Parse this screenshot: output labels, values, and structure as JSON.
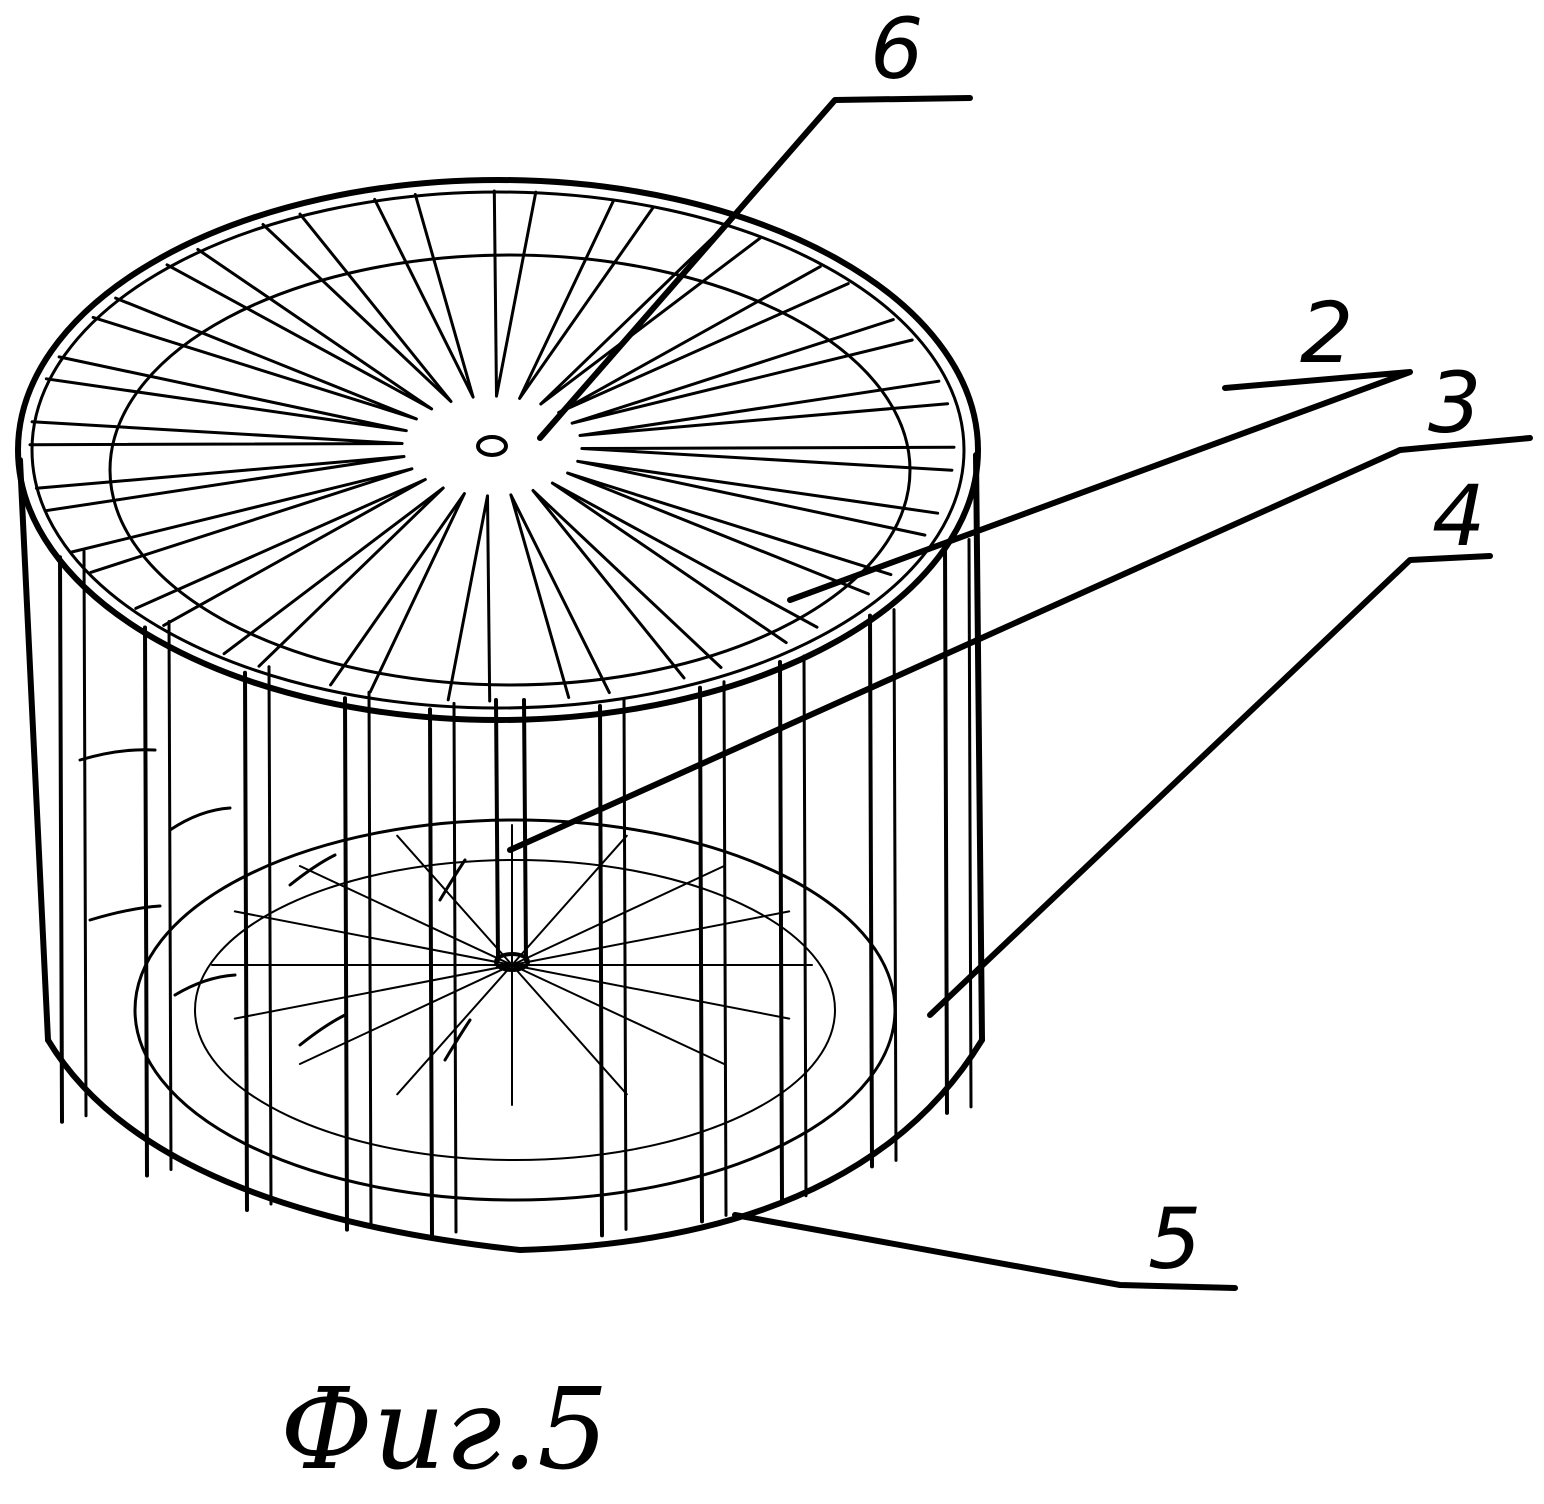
{
  "figure": {
    "caption": "Фиг.5",
    "labels": {
      "l2": "2",
      "l3": "3",
      "l4": "4",
      "l5": "5",
      "l6": "6"
    }
  }
}
